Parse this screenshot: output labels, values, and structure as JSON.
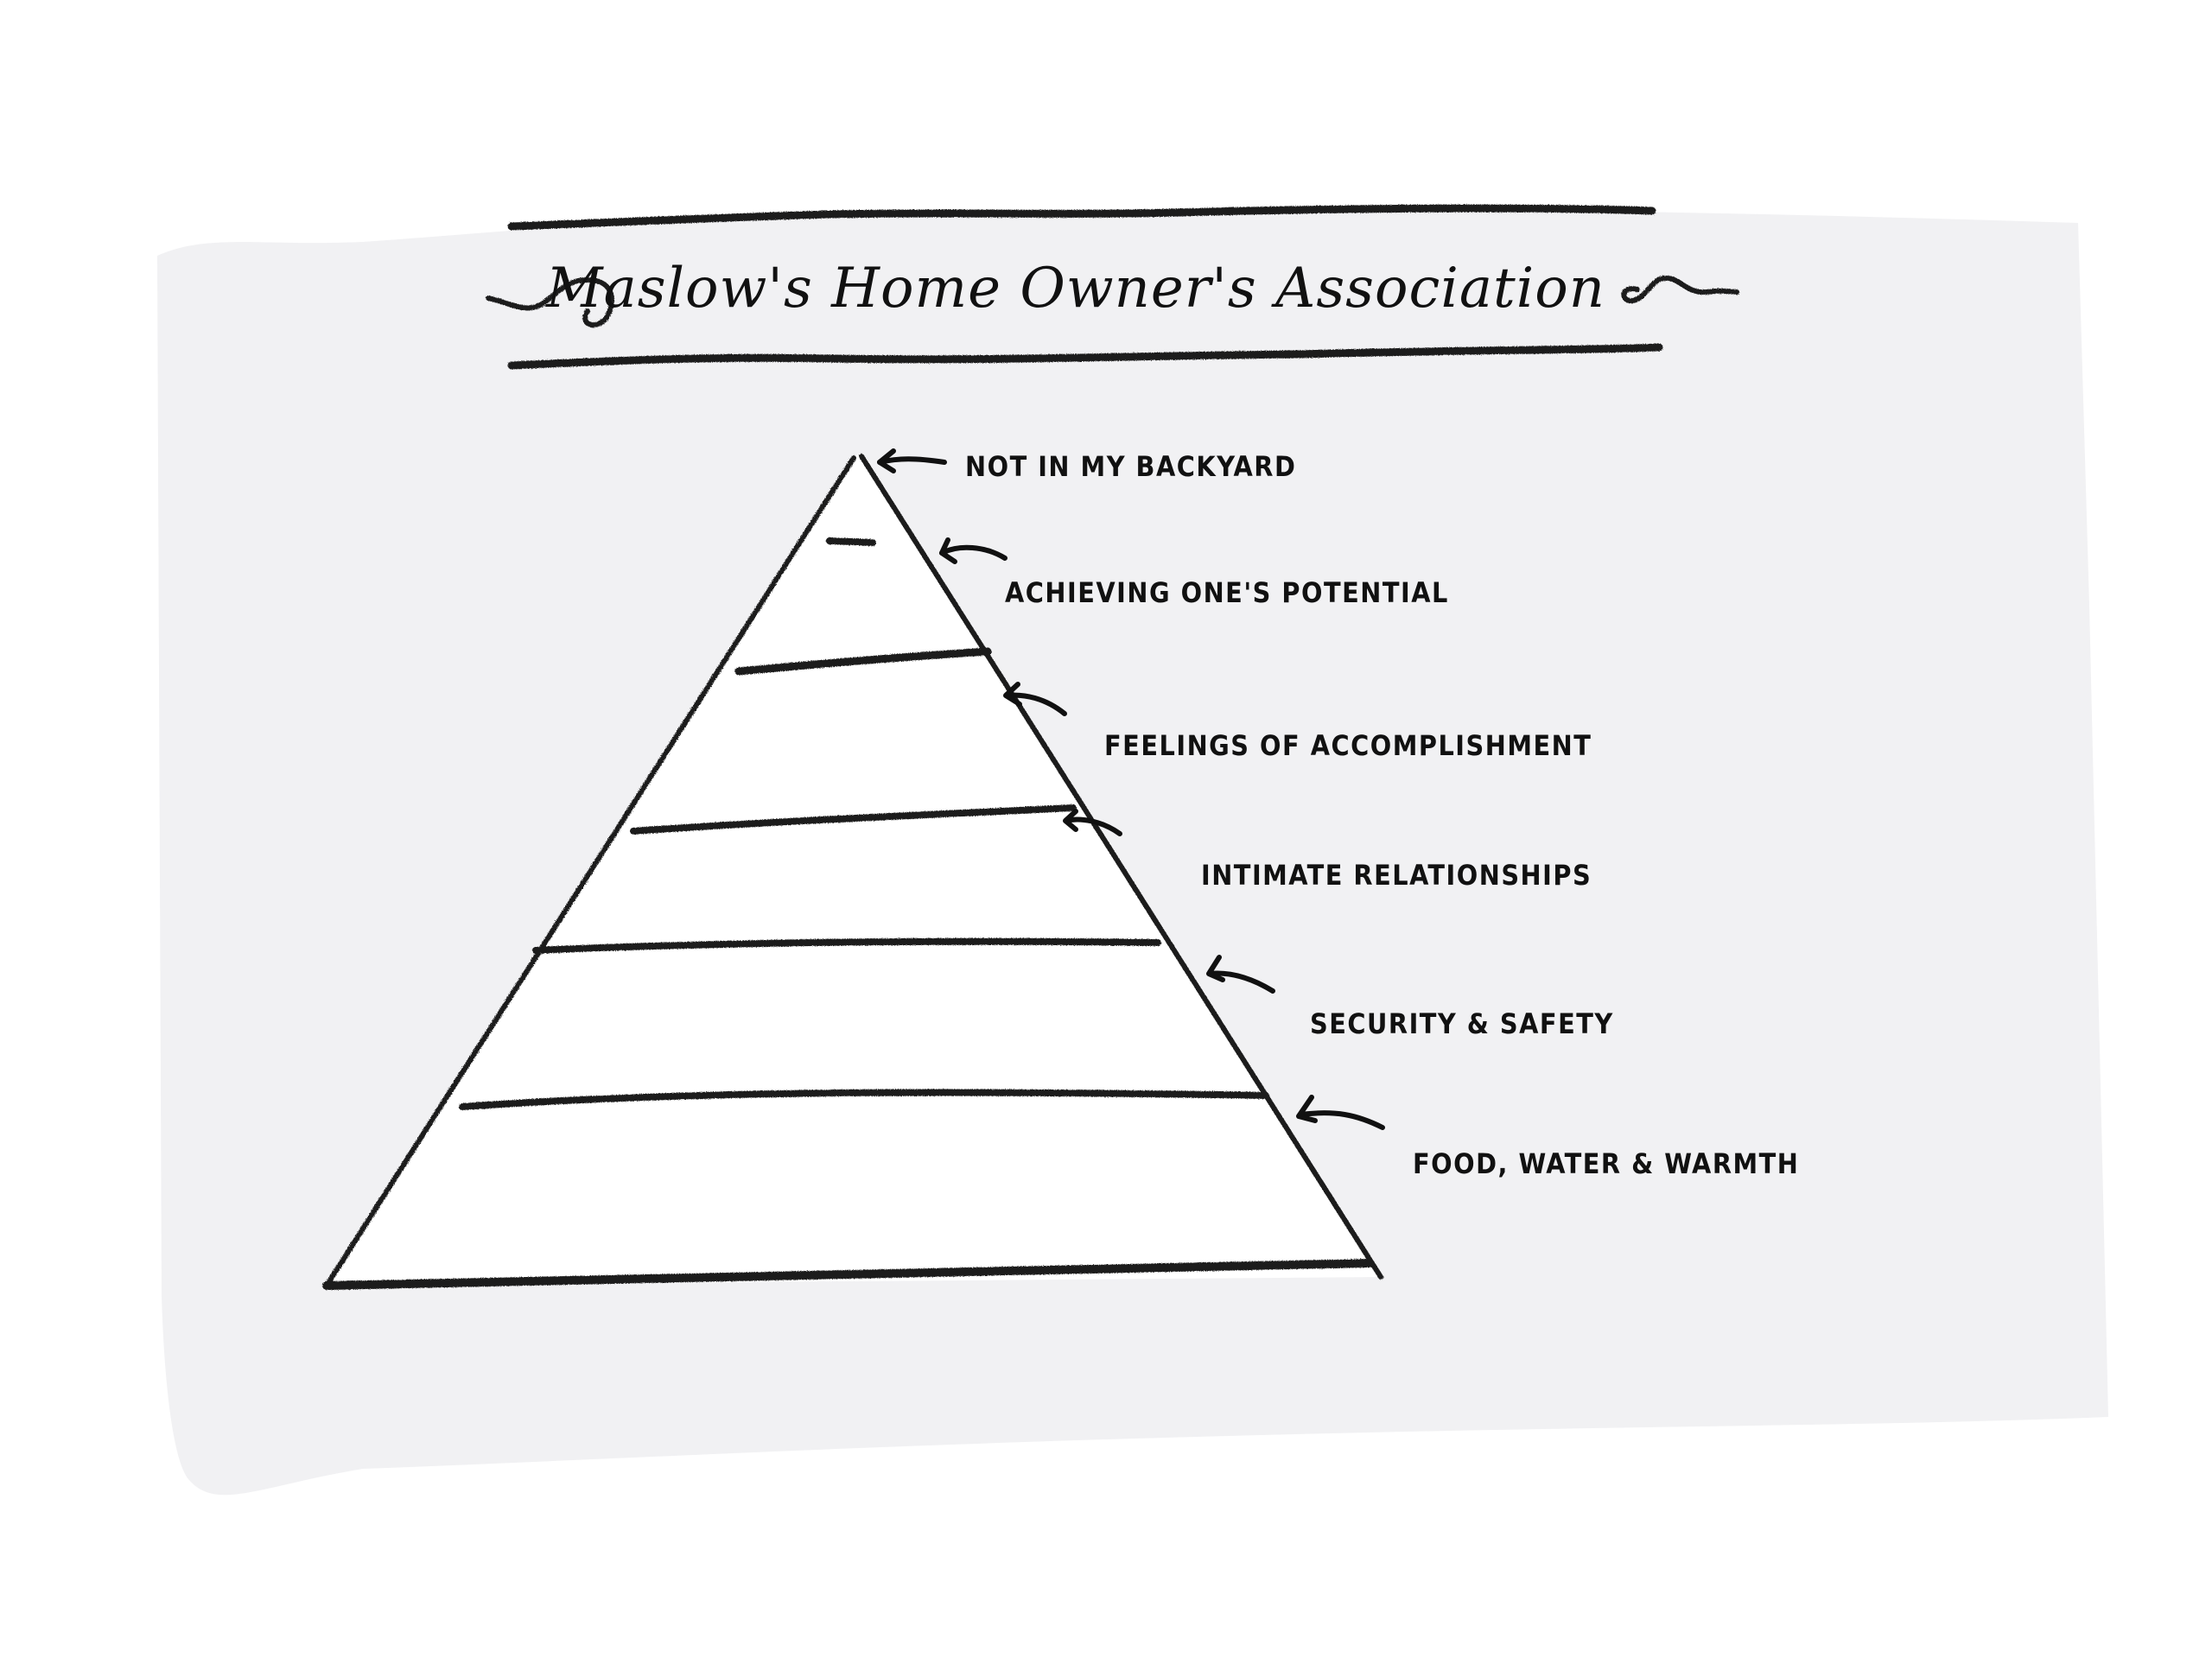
{
  "title": "Maslow's Home Owner's Association",
  "colors": {
    "paper": "#f1f1f3",
    "background": "#ffffff",
    "ink": "#111111",
    "pyramid_fill": "#ffffff"
  },
  "pyramid": {
    "levels_top_to_bottom": [
      {
        "label": "NOT IN MY BACKYARD"
      },
      {
        "label": "ACHIEVING ONE'S POTENTIAL"
      },
      {
        "label": "FEELINGS OF ACCOMPLISHMENT"
      },
      {
        "label": "INTIMATE RELATIONSHIPS"
      },
      {
        "label": "SECURITY & SAFETY"
      },
      {
        "label": "FOOD, WATER & WARMTH"
      }
    ]
  },
  "icons": {
    "title_flourish_left": "swirl-flourish",
    "title_flourish_right": "swirl-flourish",
    "label_pointer": "curved-arrow-left"
  }
}
